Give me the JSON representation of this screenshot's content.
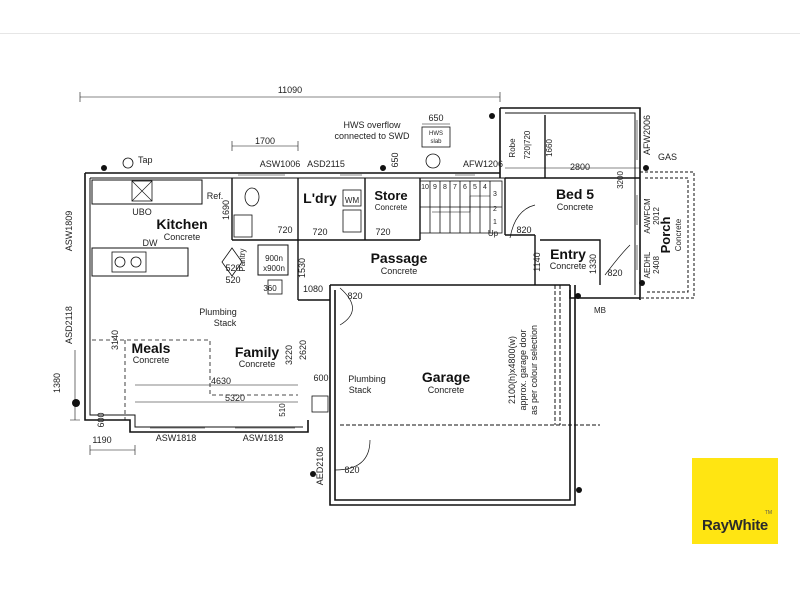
{
  "rooms": {
    "kitchen": {
      "name": "Kitchen",
      "floor": "Concrete"
    },
    "meals": {
      "name": "Meals",
      "floor": "Concrete"
    },
    "family": {
      "name": "Family",
      "floor": "Concrete"
    },
    "laundry": {
      "name": "L'dry"
    },
    "store": {
      "name": "Store",
      "floor": "Concrete"
    },
    "passage": {
      "name": "Passage",
      "floor": "Concrete"
    },
    "garage": {
      "name": "Garage",
      "floor": "Concrete"
    },
    "bed5": {
      "name": "Bed 5",
      "floor": "Concrete"
    },
    "entry": {
      "name": "Entry",
      "floor": "Concrete"
    },
    "porch": {
      "name": "Porch",
      "floor": "Concrete"
    }
  },
  "labels": {
    "tap": "Tap",
    "gas": "GAS",
    "ubo": "UBO",
    "dw": "DW",
    "ref": "Ref.",
    "pantry": "Pantry",
    "wm": "WM",
    "robe": "Robe",
    "up": "Up",
    "mb": "MB",
    "hws_overflow_1": "HWS overflow",
    "hws_overflow_2": "connected to SWD",
    "hws_slab_1": "HWS",
    "hws_slab_2": "slab",
    "plumbing_stack_1a": "Plumbing",
    "plumbing_stack_1b": "Stack",
    "plumbing_stack_2a": "Plumbing",
    "plumbing_stack_2b": "Stack",
    "garage_door_1": "2100(h)x4800(w)",
    "garage_door_2": "approx. garage door",
    "garage_door_3": "as per colour selection",
    "pantry_size_1": "900n",
    "pantry_size_2": "x900n",
    "stairs": [
      "1",
      "2",
      "3",
      "4",
      "5",
      "6",
      "7",
      "8",
      "9",
      "10"
    ]
  },
  "openings": {
    "asw1006": "ASW1006",
    "asd2115": "ASD2115",
    "afw1206": "AFW1206",
    "afw2006": "AFW2006",
    "asw1809": "ASW1809",
    "asd2118": "ASD2118",
    "asw1818_a": "ASW1818",
    "asw1818_b": "ASW1818",
    "aed2108": "AED2108",
    "awfcm2012_1": "AAWFCM",
    "awfcm2012_2": "2012",
    "aedhl2408_1": "AEDHL",
    "aedhl2408_2": "2408"
  },
  "dimensions": {
    "overall_width": "11090",
    "d1700": "1700",
    "d650": "650",
    "d650v": "650",
    "d2800": "2800",
    "d720_720": "720|720",
    "d1660": "1660",
    "d3200": "3200",
    "d1690": "1690",
    "d720_a": "720",
    "d720_b": "720",
    "d720_c": "720",
    "d820_pass": "820",
    "d820_garage": "820",
    "d820_entry": "820",
    "d820_garage2": "820",
    "d1140": "1140",
    "d1330": "1330",
    "d520_a": "520",
    "d520_b": "520",
    "d1530": "1530",
    "d1080": "1080",
    "d360": "360",
    "d3140": "3140",
    "d3220": "3220",
    "d2620": "2620",
    "d4630": "4630",
    "d5320": "5320",
    "d600_a": "600",
    "d510": "510",
    "d1380": "1380",
    "d600_b": "600",
    "d1190": "1190"
  },
  "logo": {
    "brand": "RayWhite",
    "mark": "TM"
  }
}
